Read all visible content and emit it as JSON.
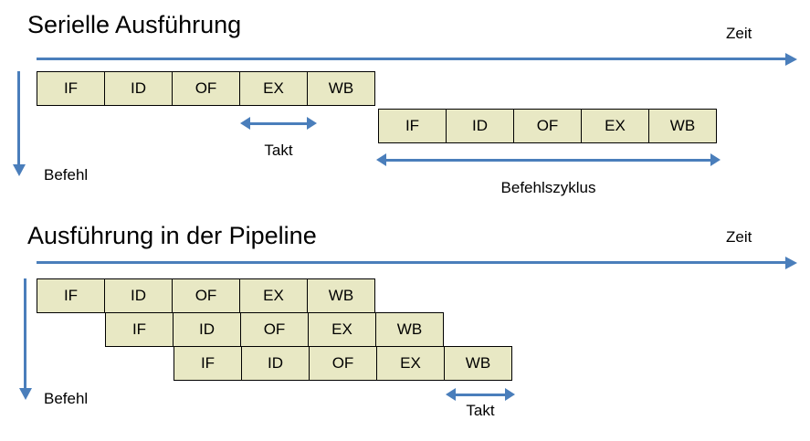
{
  "colors": {
    "box_fill": "#E8E8C4",
    "box_border": "#000000",
    "arrow_blue": "#4A7EBB",
    "text": "#000000",
    "background": "#FFFFFF"
  },
  "sections": [
    {
      "id": "serial",
      "title": "Serielle Ausführung",
      "time_axis_label": "Zeit",
      "instruction_axis_label": "Befehl",
      "rows": [
        {
          "stages": [
            "IF",
            "ID",
            "OF",
            "EX",
            "WB"
          ]
        },
        {
          "stages": [
            "IF",
            "ID",
            "OF",
            "EX",
            "WB"
          ]
        }
      ],
      "annotations": [
        {
          "label": "Takt",
          "spans": "EX stage of first instruction"
        },
        {
          "label": "Befehlszyklus",
          "spans": "full second instruction"
        }
      ]
    },
    {
      "id": "pipeline",
      "title": "Ausführung in der Pipeline",
      "time_axis_label": "Zeit",
      "instruction_axis_label": "Befehl",
      "rows": [
        {
          "stages": [
            "IF",
            "ID",
            "OF",
            "EX",
            "WB"
          ]
        },
        {
          "stages": [
            "IF",
            "ID",
            "OF",
            "EX",
            "WB"
          ]
        },
        {
          "stages": [
            "IF",
            "ID",
            "OF",
            "EX",
            "WB"
          ]
        }
      ],
      "annotations": [
        {
          "label": "Takt",
          "spans": "WB stage of third instruction"
        }
      ]
    }
  ]
}
